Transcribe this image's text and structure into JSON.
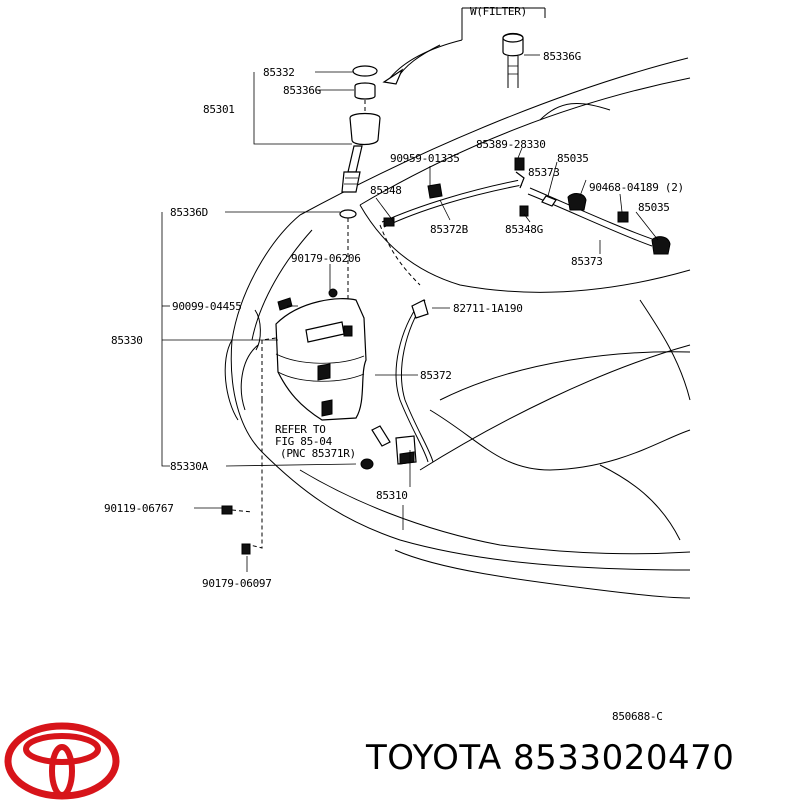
{
  "diagram": {
    "filter_caption": "W(FILTER)",
    "refer_note": [
      "REFER TO",
      "FIG 85-04",
      "(PNC 85371R)"
    ],
    "figure_code": "850688-C",
    "labels": {
      "p85332": "85332",
      "p85336g_a": "85336G",
      "p85336g_b": "85336G",
      "p85301": "85301",
      "p85389": "85389-28330",
      "p90959": "90959-01335",
      "p85035_a": "85035",
      "p85373_a": "85373",
      "p90468": "90468-04189 (2)",
      "p85348": "85348",
      "p85035_b": "85035",
      "p85336d": "85336D",
      "p85372b": "85372B",
      "p85348g": "85348G",
      "p85373_b": "85373",
      "p90179_a": "90179-06206",
      "p90099": "90099-04455",
      "p82711": "82711-1A190",
      "p85330": "85330",
      "p85372": "85372",
      "p85330a": "85330A",
      "p85310": "85310",
      "p90119": "90119-06767",
      "p90179_b": "90179-06097"
    }
  },
  "brand": {
    "logo": "toyota-logo",
    "logo_color": "#d7141a",
    "title": "TOYOTA 8533020470"
  }
}
